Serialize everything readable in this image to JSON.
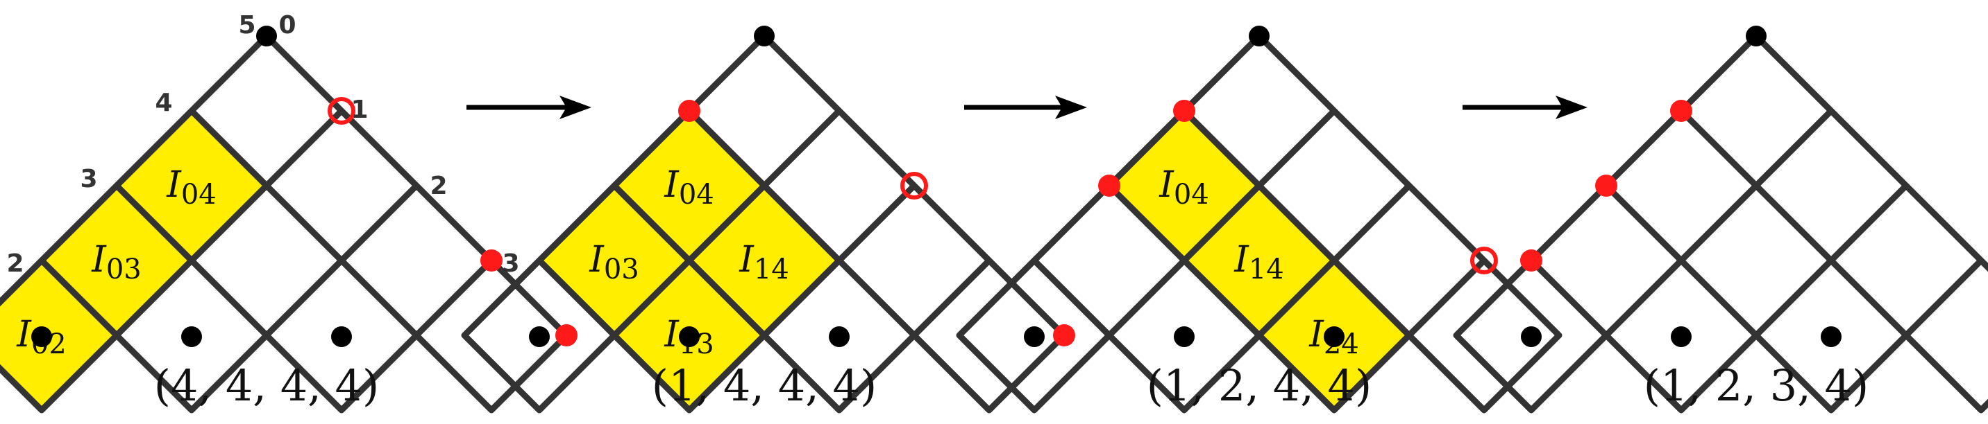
{
  "colors": {
    "cell_fill": "#ffee00",
    "edge": "#333333",
    "node_black": "#000000",
    "node_red": "#ff1a1a",
    "text": "#111111"
  },
  "corner_labels": [
    "2",
    "3",
    "4",
    "5",
    "0",
    "1",
    "2",
    "3"
  ],
  "panels": [
    {
      "caption": "(4, 4, 4, 4)",
      "cells": [
        {
          "row": 0,
          "col": 4,
          "label": "I",
          "sub": "04"
        },
        {
          "row": 0,
          "col": 3,
          "label": "I",
          "sub": "03"
        },
        {
          "row": 0,
          "col": 2,
          "label": "I",
          "sub": "02"
        }
      ],
      "red_dots": [
        [
          1,
          3
        ],
        [
          2,
          4
        ]
      ],
      "red_circle": [
        0,
        3
      ]
    },
    {
      "caption": "(1, 4, 4, 4)",
      "cells": [
        {
          "row": 0,
          "col": 4,
          "label": "I",
          "sub": "04"
        },
        {
          "row": 0,
          "col": 3,
          "label": "I",
          "sub": "03"
        },
        {
          "row": 1,
          "col": 4,
          "label": "I",
          "sub": "14"
        },
        {
          "row": 1,
          "col": 3,
          "label": "I",
          "sub": "13"
        }
      ],
      "red_dots": [
        [
          0,
          1
        ],
        [
          2,
          4
        ]
      ],
      "red_circle": [
        1,
        4
      ]
    },
    {
      "caption": "(1, 2, 4, 4)",
      "cells": [
        {
          "row": 0,
          "col": 4,
          "label": "I",
          "sub": "04"
        },
        {
          "row": 1,
          "col": 4,
          "label": "I",
          "sub": "14"
        },
        {
          "row": 2,
          "col": 4,
          "label": "I",
          "sub": "24"
        }
      ],
      "red_dots": [
        [
          0,
          2
        ],
        [
          0,
          1
        ]
      ],
      "red_circle": [
        2,
        5
      ]
    },
    {
      "caption": "(1, 2, 3, 4)",
      "cells": [],
      "red_dots": [
        [
          0,
          3
        ],
        [
          0,
          2
        ],
        [
          0,
          1
        ]
      ],
      "red_circle": null
    }
  ]
}
